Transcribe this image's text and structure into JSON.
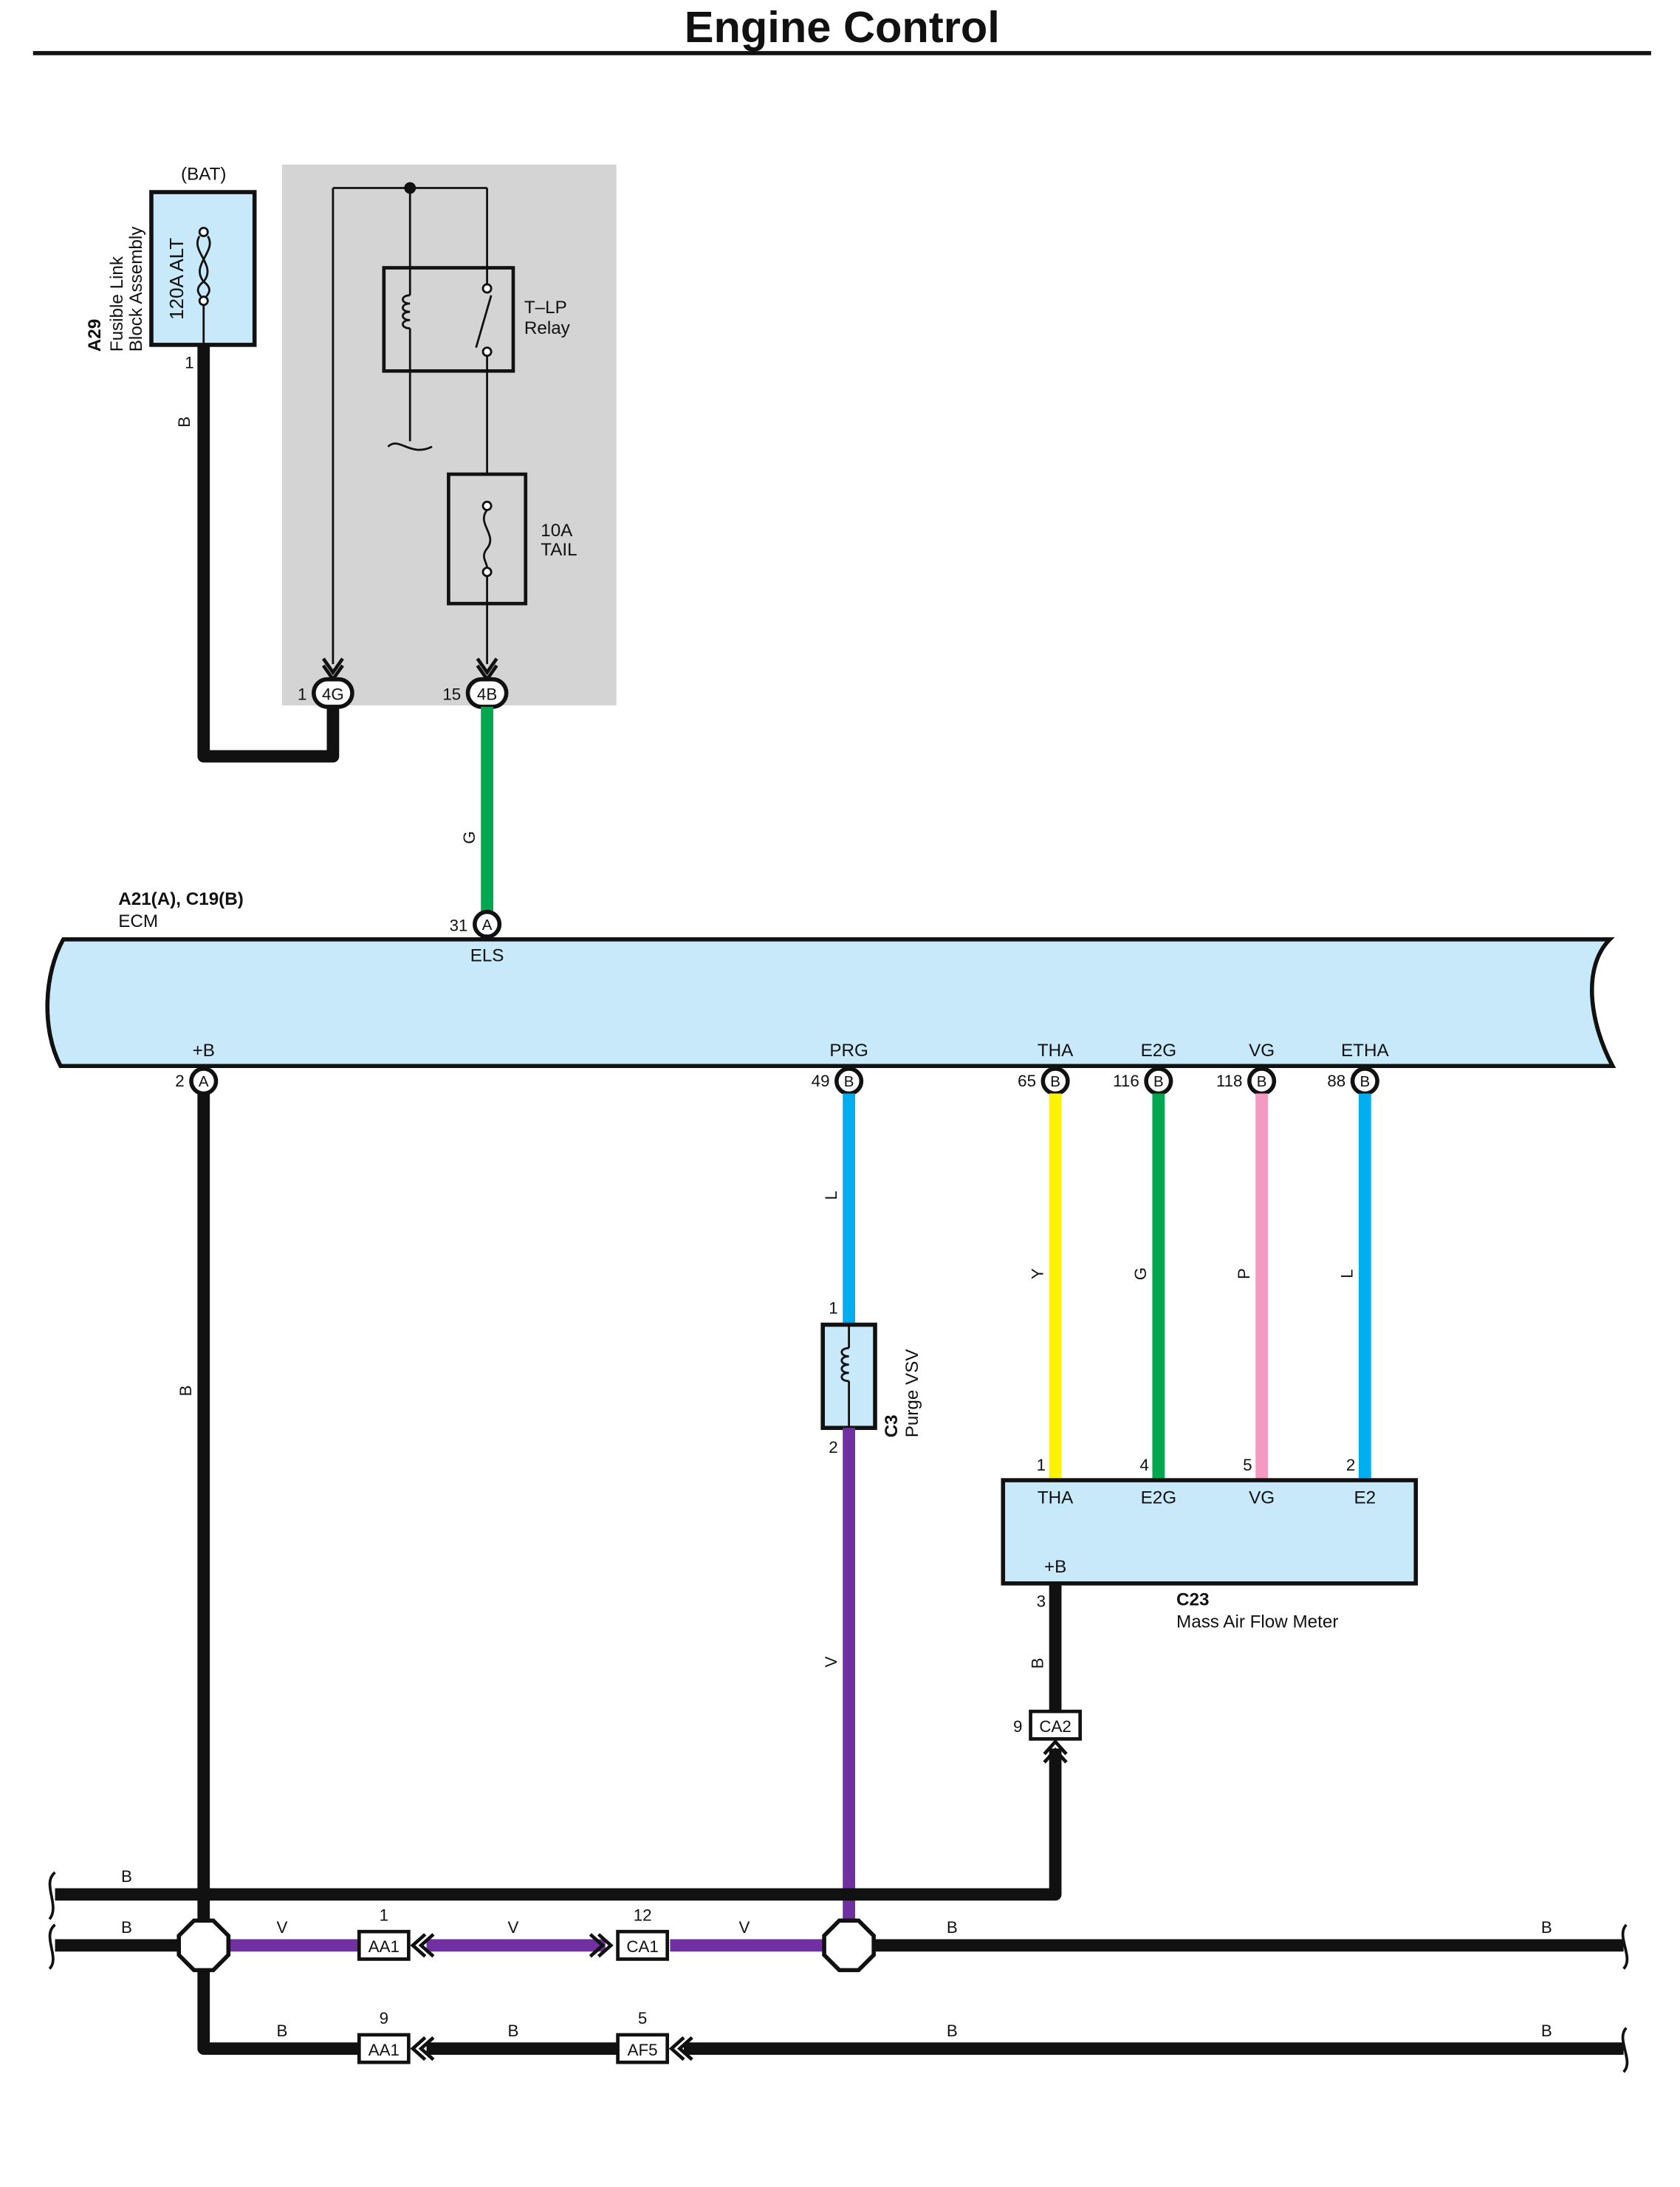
{
  "header": {
    "title": "Engine Control"
  },
  "fusible_link": {
    "code": "A29",
    "name_line1": "Fusible Link",
    "name_line2": "Block Assembly",
    "bat_label": "(BAT)",
    "fuse_label": "120A ALT",
    "pin": "1"
  },
  "junction_block": {
    "relay_label_1": "T–LP",
    "relay_label_2": "Relay",
    "fuse_label_1": "10A",
    "fuse_label_2": "TAIL",
    "connector_1_pin": "1",
    "connector_1_id": "4G",
    "connector_2_pin": "15",
    "connector_2_id": "4B"
  },
  "ecm": {
    "code": "A21(A), C19(B)",
    "name": "ECM",
    "top_pin": {
      "num": "31",
      "conn": "A",
      "signal": "ELS"
    },
    "bottom_pins": [
      {
        "num": "2",
        "conn": "A",
        "signal": "+B"
      },
      {
        "num": "49",
        "conn": "B",
        "signal": "PRG"
      },
      {
        "num": "65",
        "conn": "B",
        "signal": "THA"
      },
      {
        "num": "116",
        "conn": "B",
        "signal": "E2G"
      },
      {
        "num": "118",
        "conn": "B",
        "signal": "VG"
      },
      {
        "num": "88",
        "conn": "B",
        "signal": "ETHA"
      }
    ]
  },
  "purge_vsv": {
    "code": "C3",
    "name": "Purge VSV",
    "pin_top": "1",
    "pin_bottom": "2"
  },
  "maf": {
    "code": "C23",
    "name": "Mass Air Flow Meter",
    "pins": [
      {
        "num": "1",
        "signal": "THA"
      },
      {
        "num": "4",
        "signal": "E2G"
      },
      {
        "num": "5",
        "signal": "VG"
      },
      {
        "num": "2",
        "signal": "E2"
      }
    ],
    "power_signal": "+B",
    "power_pin": "3"
  },
  "connectors": {
    "ca2": {
      "id": "CA2",
      "pin": "9"
    },
    "aa1_top": {
      "id": "AA1",
      "pin": "1"
    },
    "ca1": {
      "id": "CA1",
      "pin": "12"
    },
    "aa1_bottom": {
      "id": "AA1",
      "pin": "9"
    },
    "af5": {
      "id": "AF5",
      "pin": "5"
    }
  },
  "wire_colors": {
    "fusible_out": "B",
    "tail_out": "G",
    "ecm_plus_b": "B",
    "prg": "L",
    "tha": "Y",
    "e2g": "G",
    "vg": "P",
    "etha": "L",
    "vsv_out": "V",
    "maf_power": "B",
    "bus_top": "B",
    "bus_mid_left": "B",
    "bus_mid_v1": "V",
    "bus_mid_v2": "V",
    "bus_mid_v3": "V",
    "bus_mid_right1": "B",
    "bus_mid_right2": "B",
    "bus_bot_1": "B",
    "bus_bot_2": "B",
    "bus_bot_3": "B",
    "bus_bot_4": "B"
  },
  "colors": {
    "black": "#111111",
    "green": "#00a650",
    "blue": "#00aeef",
    "yellow": "#fff200",
    "pink": "#f49ac1",
    "violet": "#7030a0",
    "component_fill": "#c8e9f9",
    "relay_box_fill": "#d4d4d4"
  }
}
